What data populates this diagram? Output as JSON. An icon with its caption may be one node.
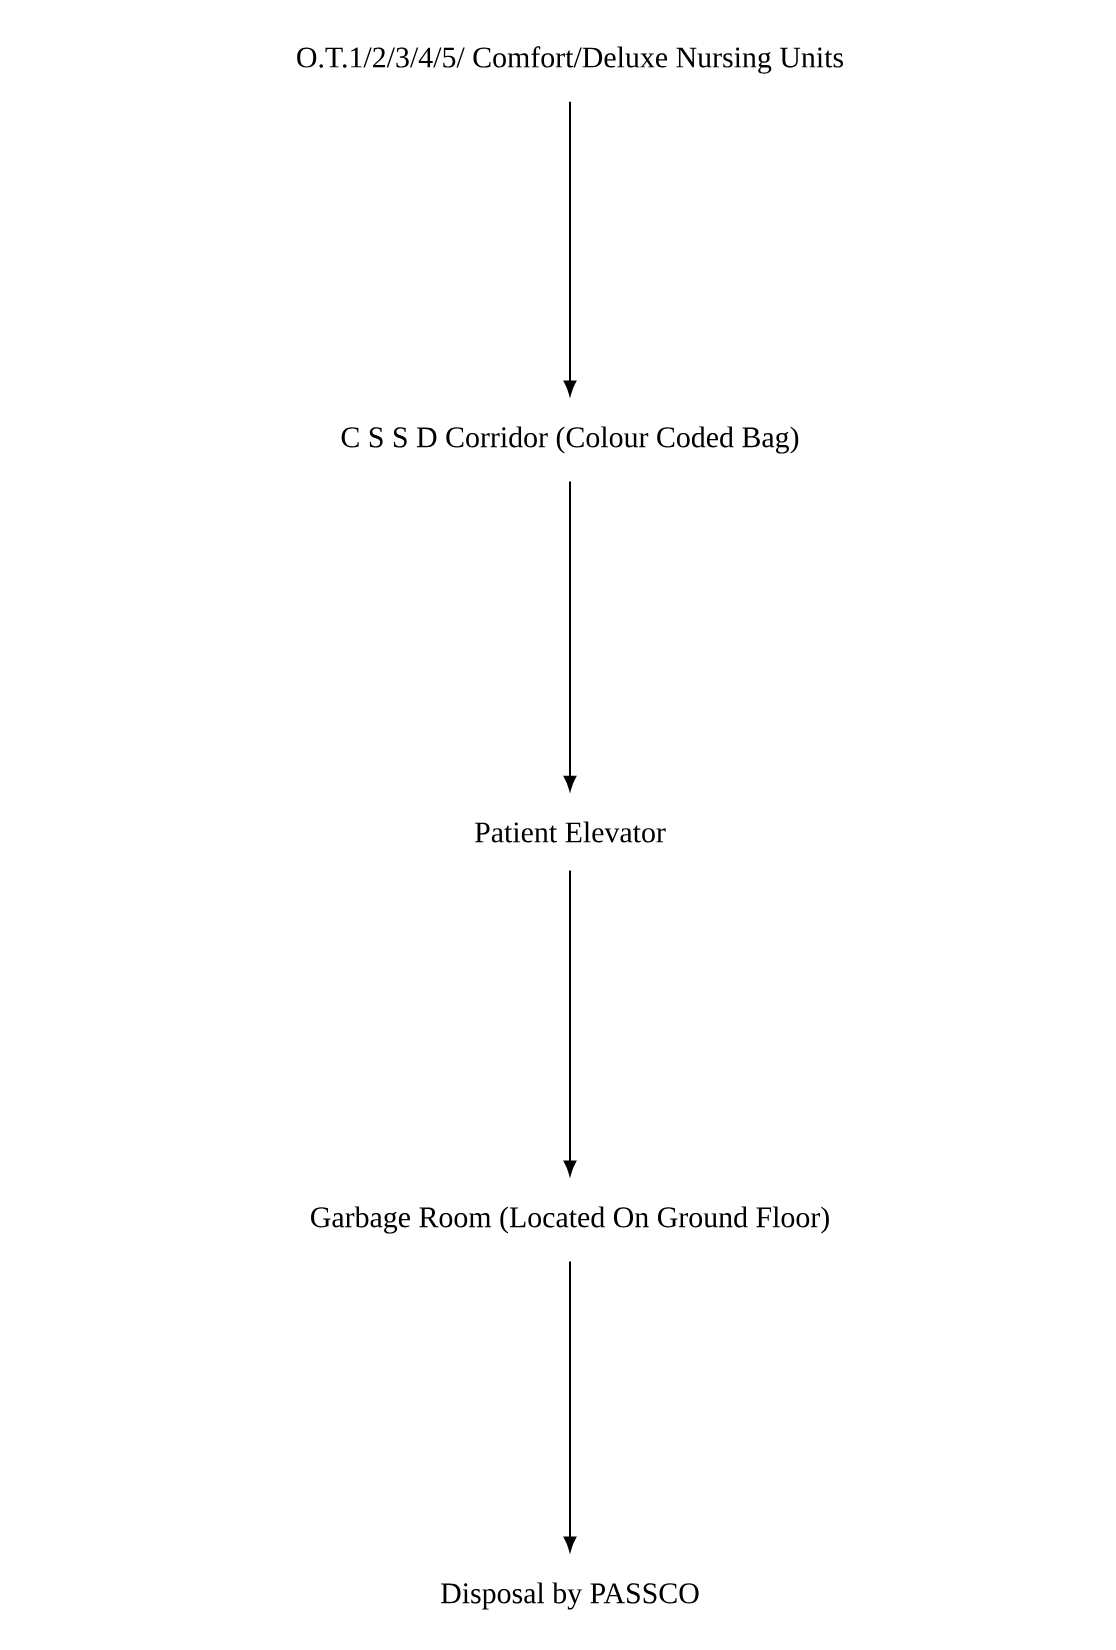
{
  "diagram": {
    "nodes": [
      {
        "text": [
          "O.T.1/2/3/4/5/ Comfort/Deluxe Nursing Units"
        ]
      },
      {
        "text": [
          "C S S D Corridor (Colour Coded Bag)"
        ]
      },
      {
        "text": [
          "Patient Elevator"
        ]
      },
      {
        "text": [
          "Garbage Room (Located On Ground Floor)"
        ]
      },
      {
        "text": [
          "Disposal by PASSCO"
        ]
      }
    ],
    "edges": [
      {
        "from": 0,
        "to": 1,
        "arrow": "to"
      },
      {
        "from": 1,
        "to": 2,
        "arrow": "to"
      },
      {
        "from": 2,
        "to": 3,
        "arrow": "to"
      },
      {
        "from": 3,
        "to": 4,
        "arrow": "to"
      }
    ]
  }
}
